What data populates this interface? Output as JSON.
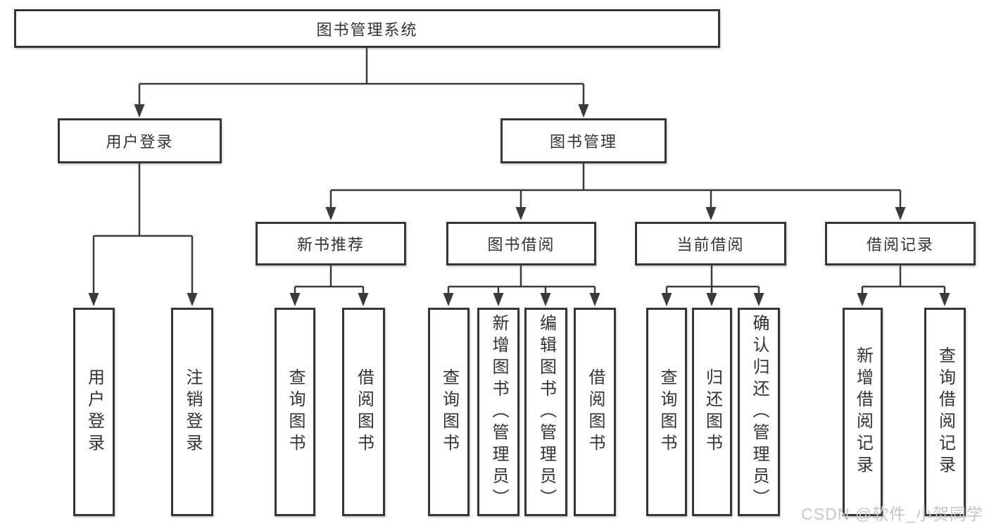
{
  "tree": {
    "root": {
      "label": "图书管理系统",
      "children": [
        {
          "label": "用户登录",
          "children": [
            {
              "label": "用户登录"
            },
            {
              "label": "注销登录"
            }
          ]
        },
        {
          "label": "图书管理",
          "children": [
            {
              "label": "新书推荐",
              "children": [
                {
                  "label": "查询图书"
                },
                {
                  "label": "借阅图书"
                }
              ]
            },
            {
              "label": "图书借阅",
              "children": [
                {
                  "label": "查询图书"
                },
                {
                  "label": "新增图书（管理员）"
                },
                {
                  "label": "编辑图书（管理员）"
                },
                {
                  "label": "借阅图书"
                }
              ]
            },
            {
              "label": "当前借阅",
              "children": [
                {
                  "label": "查询图书"
                },
                {
                  "label": "归还图书"
                },
                {
                  "label": "确认归还（管理员）"
                }
              ]
            },
            {
              "label": "借阅记录",
              "children": [
                {
                  "label": "新增借阅记录"
                },
                {
                  "label": "查询借阅记录"
                }
              ]
            }
          ]
        }
      ]
    }
  },
  "watermark": {
    "text": "CSDN @软件_小贺同学"
  },
  "colors": {
    "line": "#3a3a3a",
    "box_border": "#363636",
    "text": "#333333",
    "watermark": "#c6c6c6",
    "background": "#ffffff"
  }
}
